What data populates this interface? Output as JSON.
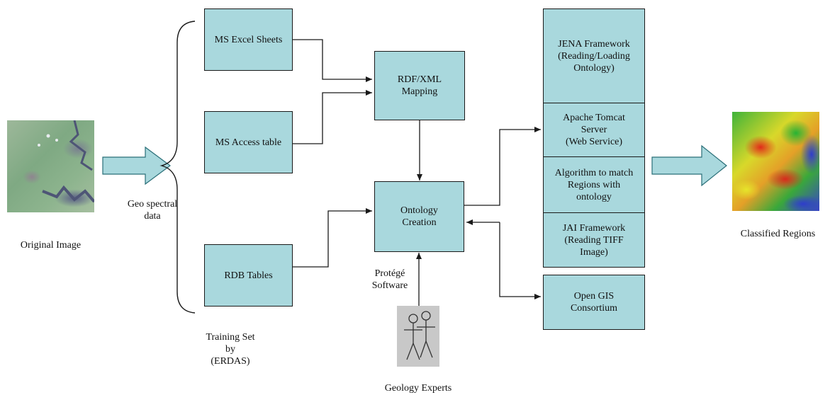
{
  "boxes": {
    "excel": "MS Excel Sheets",
    "access": "MS Access table",
    "rdb": "RDB Tables",
    "rdf": "RDF/XML\nMapping",
    "ontology": "Ontology\nCreation",
    "jena": "JENA Framework\n(Reading/Loading\nOntology)",
    "tomcat": "Apache Tomcat\nServer\n(Web Service)",
    "algorithm": "Algorithm to match\nRegions with\nontology",
    "jai": "JAI Framework\n(Reading TIFF\nImage)",
    "opengis": "Open GIS\nConsortium"
  },
  "labels": {
    "original_image": "Original Image",
    "geo_spectral": "Geo spectral\ndata",
    "training_set": "Training Set\nby\n(ERDAS)",
    "protege": "Protégé\nSoftware",
    "geology_experts": "Geology Experts",
    "classified_regions": "Classified Regions"
  },
  "colors": {
    "box_fill": "#a9d8dd",
    "arrow_fill": "#a9d8dd",
    "line": "#1a1a1a"
  }
}
